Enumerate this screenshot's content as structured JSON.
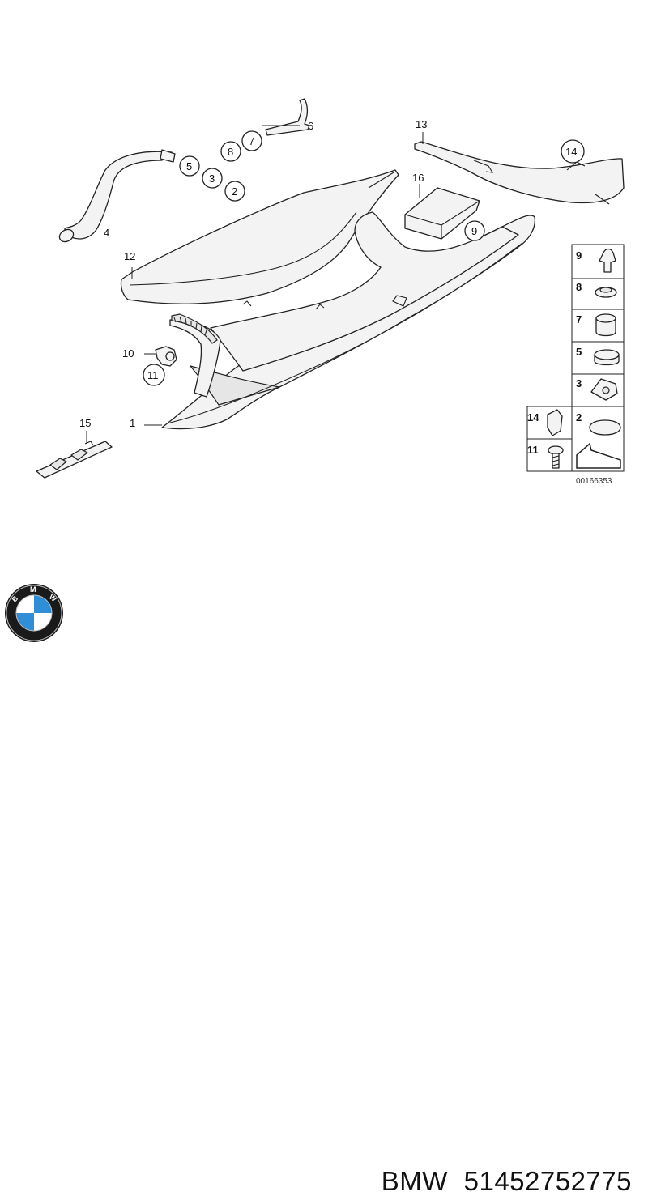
{
  "diagram": {
    "callouts": {
      "c1": "1",
      "c2": "2",
      "c3": "3",
      "c4": "4",
      "c5": "5",
      "c6": "6",
      "c7": "7",
      "c8": "8",
      "c9": "9",
      "c10": "10",
      "c11": "11",
      "c12": "12",
      "c13": "13",
      "c14": "14",
      "c15": "15",
      "c16": "16"
    },
    "legend": {
      "l9": "9",
      "l8": "8",
      "l7": "7",
      "l5": "5",
      "l3": "3",
      "l14": "14",
      "l2": "2",
      "l11": "11"
    },
    "drawing_number": "00166353"
  },
  "caption": {
    "brand": "BMW",
    "part_number": "51452752775"
  },
  "logo": {
    "text": "BMW",
    "colors": {
      "blue": "#2f8ed6",
      "dark": "#1a1a1a",
      "white": "#ffffff"
    }
  }
}
